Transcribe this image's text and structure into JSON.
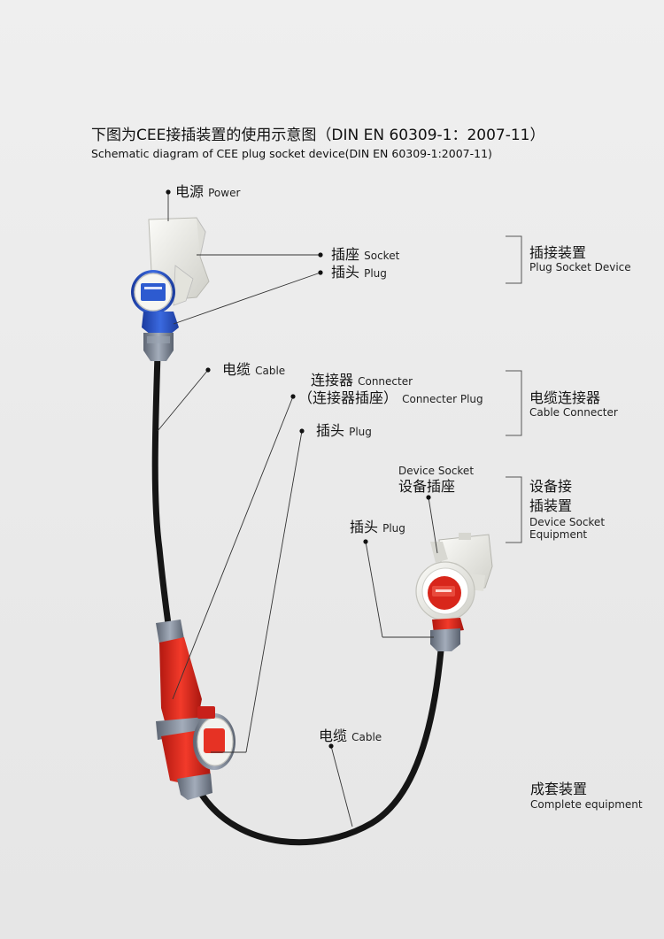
{
  "title": {
    "zh": "下图为CEE接插装置的使用示意图（DIN EN 60309-1：2007-11）",
    "en": "Schematic diagram of CEE plug socket device(DIN EN 60309-1:2007-11)"
  },
  "labels": {
    "power_zh": "电源",
    "power_en": "Power",
    "socket_zh": "插座",
    "socket_en": "Socket",
    "plug1_zh": "插头",
    "plug1_en": "Plug",
    "cable1_zh": "电缆",
    "cable1_en": "Cable",
    "connecter_zh": "连接器",
    "connecter_en": "Connecter",
    "connecter_plug_zh": "（连接器插座）",
    "connecter_plug_en": "Connecter Plug",
    "plug2_zh": "插头",
    "plug2_en": "Plug",
    "device_socket_en": "Device Socket",
    "device_socket_zh": "设备插座",
    "plug3_zh": "插头",
    "plug3_en": "Plug",
    "cable2_zh": "电缆",
    "cable2_en": "Cable"
  },
  "groups": {
    "plug_socket_zh": "插接装置",
    "plug_socket_en": "Plug Socket Device",
    "cable_connecter_zh": "电缆连接器",
    "cable_connecter_en": "Cable Connecter",
    "device_socket_equipment_zh1": "设备接",
    "device_socket_equipment_zh2": "插装置",
    "device_socket_equipment_en1": "Device Socket",
    "device_socket_equipment_en2": "Equipment",
    "complete_zh": "成套装置",
    "complete_en": "Complete equipment"
  },
  "colors": {
    "blue": "#2a56c6",
    "red": "#e0291f",
    "white_housing": "#f2f2ee",
    "gray_ring": "#8a94a3",
    "cable": "#1a1a1a"
  }
}
